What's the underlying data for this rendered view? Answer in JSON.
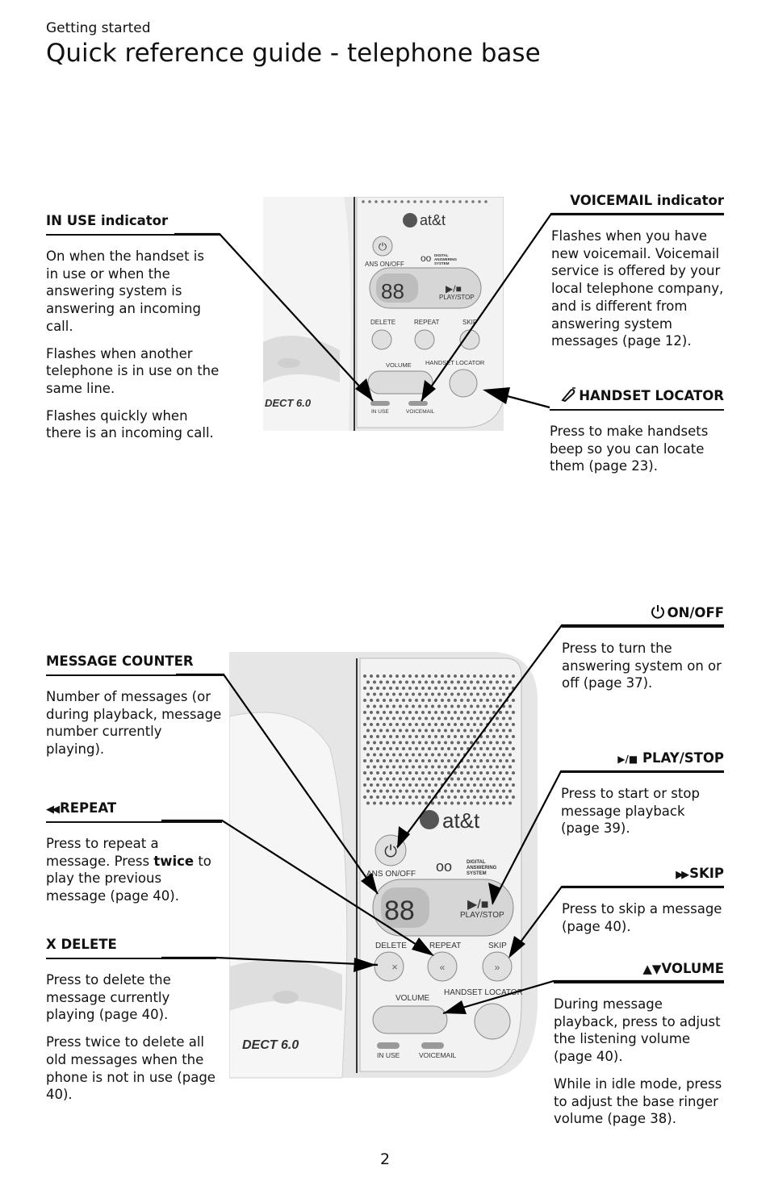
{
  "header": {
    "section": "Getting started",
    "title": "Quick reference guide - telephone base"
  },
  "top": {
    "in_use": {
      "heading": "IN USE indicator",
      "paras": [
        "On when the handset is in use or when the answering system is answering an incoming call.",
        "Flashes when another telephone is in use on the same line.",
        "Flashes quickly when there is an incoming call."
      ]
    },
    "voicemail": {
      "heading": "VOICEMAIL indicator",
      "paras": [
        "Flashes when you have new voicemail. Voicemail service is offered by your local telephone company, and is different from answering system messages (page 12)."
      ]
    },
    "handset_locator": {
      "heading": "HANDSET LOCATOR",
      "icon": "handset-locator-icon",
      "paras": [
        "Press to make handsets beep so you can locate them (page 23)."
      ]
    }
  },
  "bottom": {
    "message_counter": {
      "heading": "MESSAGE COUNTER",
      "paras": [
        "Number of messages (or during playback, message number currently playing)."
      ]
    },
    "repeat": {
      "heading": "REPEAT",
      "icon": "repeat-icon",
      "paras": [
        "Press to repeat a message. Press ",
        "twice",
        " to play the previous message (page 40)."
      ]
    },
    "delete": {
      "heading": "X DELETE",
      "paras": [
        "Press to delete the message currently playing (page 40).",
        "Press twice to delete all old messages when the phone is not in use (page 40)."
      ]
    },
    "on_off": {
      "heading": "ON/OFF",
      "icon": "power-icon",
      "paras": [
        "Press to turn the answering system on or off (page 37)."
      ]
    },
    "play_stop": {
      "heading": "PLAY/STOP",
      "icon": "play-stop-icon",
      "paras": [
        "Press to start or stop message playback (page 39)."
      ]
    },
    "skip": {
      "heading": "SKIP",
      "icon": "skip-icon",
      "paras": [
        "Press to skip a message (page 40)."
      ]
    },
    "volume": {
      "heading": "VOLUME",
      "icon": "volume-arrows-icon",
      "paras": [
        "During message playback, press to adjust the listening volume (page 40).",
        "While in idle mode, press to adjust the base ringer volume (page 38)."
      ]
    }
  },
  "device": {
    "brand": "at&t",
    "dect": "DECT 6.0",
    "counter": "88",
    "ans_on_off": "ANS ON/OFF",
    "play_stop": "PLAY/STOP",
    "delete": "DELETE",
    "repeat": "REPEAT",
    "skip": "SKIP",
    "volume": "VOLUME",
    "handset_locator": "HANDSET LOCATOR",
    "in_use": "IN USE",
    "voicemail": "VOICEMAIL",
    "digital": "DIGITAL",
    "answering": "ANSWERING",
    "system": "SYSTEM"
  },
  "page_number": "2"
}
